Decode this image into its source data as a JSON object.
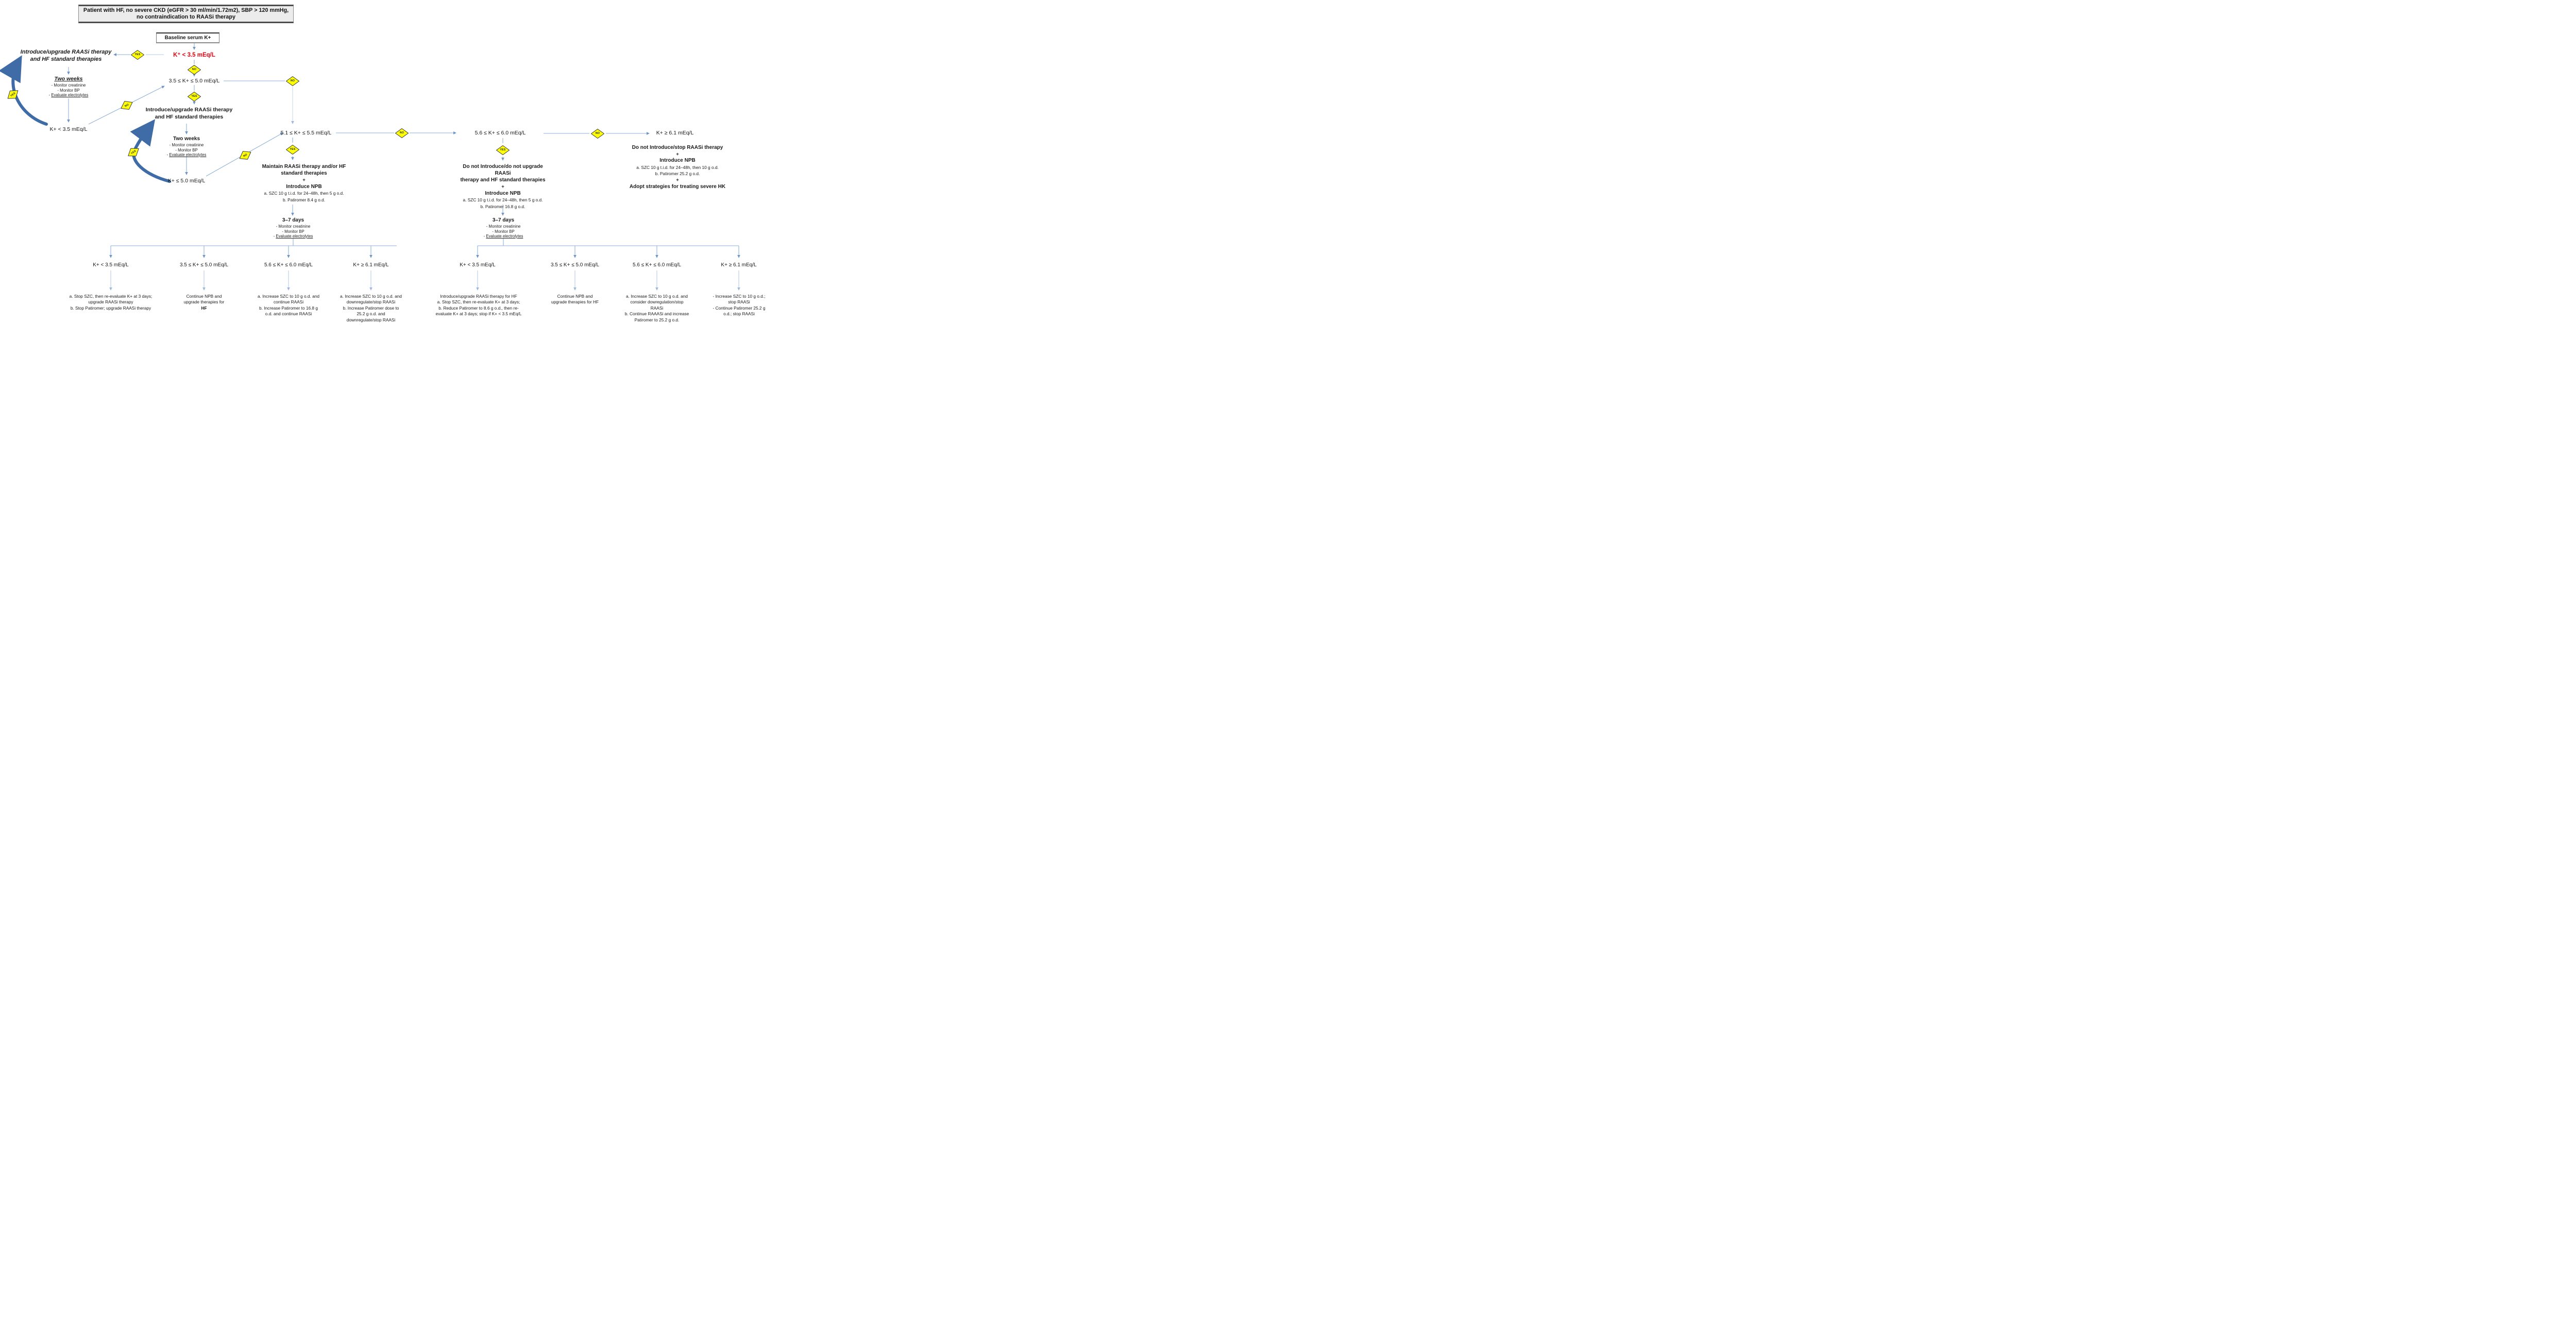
{
  "colors": {
    "line_blue": "#8fb0d8",
    "line_blue_light": "#bfd2e9",
    "arc_blue": "#3f6ca6",
    "diamond_yellow": "#ffff05",
    "diamond_border": "#3a3a3a",
    "red_text": "#e30613",
    "box_gray": "#ececec"
  },
  "labels": {
    "yes": "YES",
    "no": "NO"
  },
  "title_box": {
    "line1": "Patient with HF, no severe CKD (eGFR > 30 ml/min/1.72m2), SBP > 120 mmHg,",
    "line2": "no contraindication to RAASi therapy"
  },
  "baseline_box": {
    "label": "Baseline serum K+"
  },
  "k_levels": {
    "k_low_red": "K⁺ < 3.5 mEq/L",
    "k_35_50": "3.5 ≤ K+ ≤ 5.0 mEq/L",
    "k_low": "K+ < 3.5 mEq/L",
    "k_le_50": "K+ ≤ 5.0 mEq/L",
    "k_51_55": "5.1 ≤ K+ ≤ 5.5 mEq/L",
    "k_56_60": "5.6 ≤ K+ ≤ 6.0 mEq/L",
    "k_ge_61": "K+ ≥ 6.1 mEq/L"
  },
  "intro_raasi": {
    "line1": "Introduce/upgrade RAASi therapy",
    "line2": "and HF standard therapies"
  },
  "two_weeks": {
    "title": "Two weeks"
  },
  "three_seven_days": {
    "title": "3–7 days"
  },
  "monitoring": {
    "items": [
      "Monitor creatinine",
      "Monitor BP",
      "Evaluate electrolytes"
    ]
  },
  "maintain_block": {
    "l1": "Maintain RAASi therapy and/or HF",
    "l2": "standard therapies",
    "plus": "+",
    "npb": "Introduce NPB",
    "a": "a. SZC 10 g t.i.d. for 24–48h, then 5 g o.d.",
    "b": "b. Patiromer 8.4 g o.d."
  },
  "donot_block": {
    "l1": "Do not Introduce/do not upgrade RAASi",
    "l2": "therapy and HF standard therapies",
    "plus": "+",
    "npb": "Introduce NPB",
    "a": "a. SZC 10 g t.i.d. for 24–48h, then 5 g o.d.",
    "b": "b. Patiromer 16.8 g o.d."
  },
  "severe_block": {
    "l1": "Do not Introduce/stop RAASi therapy",
    "plus1": "+",
    "npb": "Introduce NPB",
    "a": "a. SZC 10 g t.i.d. for 24–48h, then 10 g o.d.",
    "b": "b. Patiromer 25.2 g o.d.",
    "plus2": "+",
    "adopt": "Adopt strategies for treating severe HK"
  },
  "outcomes_left": {
    "col1": {
      "lines": [
        "a. Stop SZC, then re-evaluate K+ at 3 days;",
        "upgrade RAASi therapy",
        "b. Stop Patiromer; upgrade RAASi therapy"
      ]
    },
    "col2": {
      "lines": [
        "Continue NPB and",
        "upgrade therapies for",
        "HF"
      ]
    },
    "col3": {
      "lines": [
        "a. Increase SZC to 10 g o.d. and",
        "continue RAASi",
        "b. Increase Patiromer to 16.8 g",
        "o.d. and continue RAASi"
      ]
    },
    "col4": {
      "lines": [
        "a. Increase SZC to 10 g o.d. and",
        "downregulate/stop RAASi",
        "b. Increase Patiromer dose to",
        "25.2 g o.d. and",
        "downregulate/stop RAASi"
      ]
    }
  },
  "outcomes_right": {
    "col1": {
      "lines": [
        "Introduce/upgrade  RAASi therapy for HF",
        "a. Stop SZC, then re-evaluate K+ at 3 days;",
        "b. Reduce  Patiromer to 8.6 g o.d., then re-",
        "evaluate K+ at 3 days; stop if K+ < 3.5 mEq/L"
      ]
    },
    "col2": {
      "lines": [
        "Continue NPB and",
        "upgrade therapies for HF"
      ]
    },
    "col3": {
      "lines": [
        "a. Increase SZC to 10 g o.d. and",
        "consider dowregulation/stop",
        "RAASi",
        "b. Continue RAAASi and increase",
        "Patiromer to 25.2 g o.d."
      ]
    },
    "col4": {
      "lines": [
        "- Increase  SZC to 10 g o.d.;",
        "stop RAASi",
        "- Continue Patiromer 25.2 g",
        "o.d.; stop RAASi"
      ]
    }
  }
}
